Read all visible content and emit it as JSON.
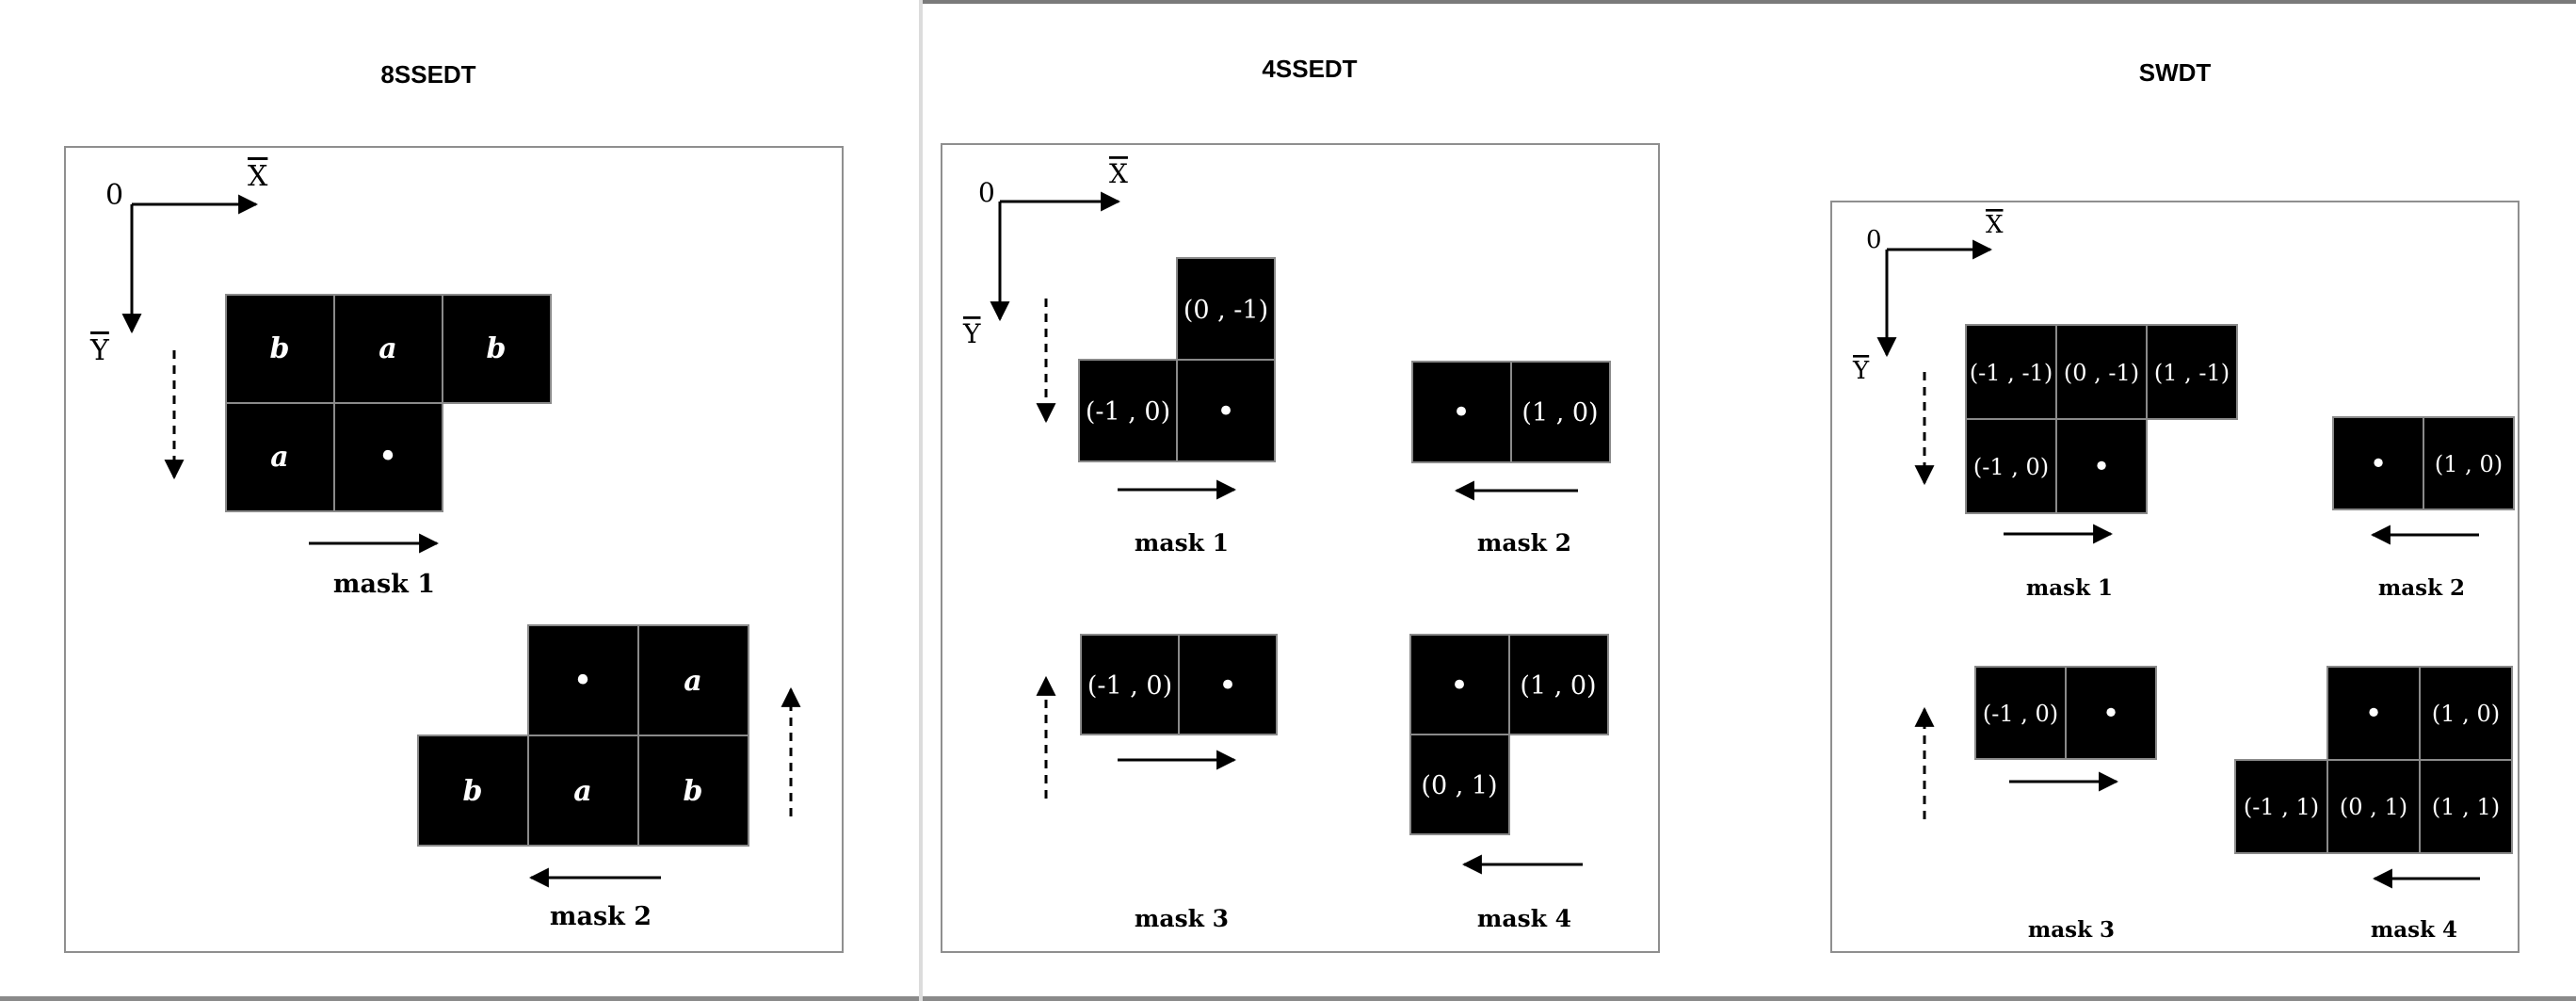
{
  "panels": [
    {
      "title": "8SSEDT",
      "axis": {
        "origin": "0",
        "x": "X",
        "y": "Y"
      },
      "masks": [
        {
          "label": "mask 1",
          "cells": [
            "b",
            "a",
            "b",
            "a",
            "•"
          ]
        },
        {
          "label": "mask 2",
          "cells": [
            "•",
            "a",
            "b",
            "a",
            "b"
          ]
        }
      ]
    },
    {
      "title": "4SSEDT",
      "axis": {
        "origin": "0",
        "x": "X",
        "y": "Y"
      },
      "masks": [
        {
          "label": "mask 1",
          "cells": [
            "(0 , -1)",
            "(-1 , 0)",
            "•"
          ]
        },
        {
          "label": "mask 2",
          "cells": [
            "•",
            "(1 , 0)"
          ]
        },
        {
          "label": "mask 3",
          "cells": [
            "(-1 , 0)",
            "•"
          ]
        },
        {
          "label": "mask 4",
          "cells": [
            "•",
            "(1 , 0)",
            "(0 , 1)"
          ]
        }
      ]
    },
    {
      "title": "SWDT",
      "axis": {
        "origin": "0",
        "x": "X",
        "y": "Y"
      },
      "masks": [
        {
          "label": "mask 1",
          "cells": [
            "(-1 , -1)",
            "(0 , -1)",
            "(1 , -1)",
            "(-1 , 0)",
            "•"
          ]
        },
        {
          "label": "mask 2",
          "cells": [
            "•",
            "(1 , 0)"
          ]
        },
        {
          "label": "mask 3",
          "cells": [
            "(-1 , 0)",
            "•"
          ]
        },
        {
          "label": "mask 4",
          "cells": [
            "•",
            "(1 , 0)",
            "(-1 , 1)",
            "(0 , 1)",
            "(1 , 1)"
          ]
        }
      ]
    }
  ]
}
